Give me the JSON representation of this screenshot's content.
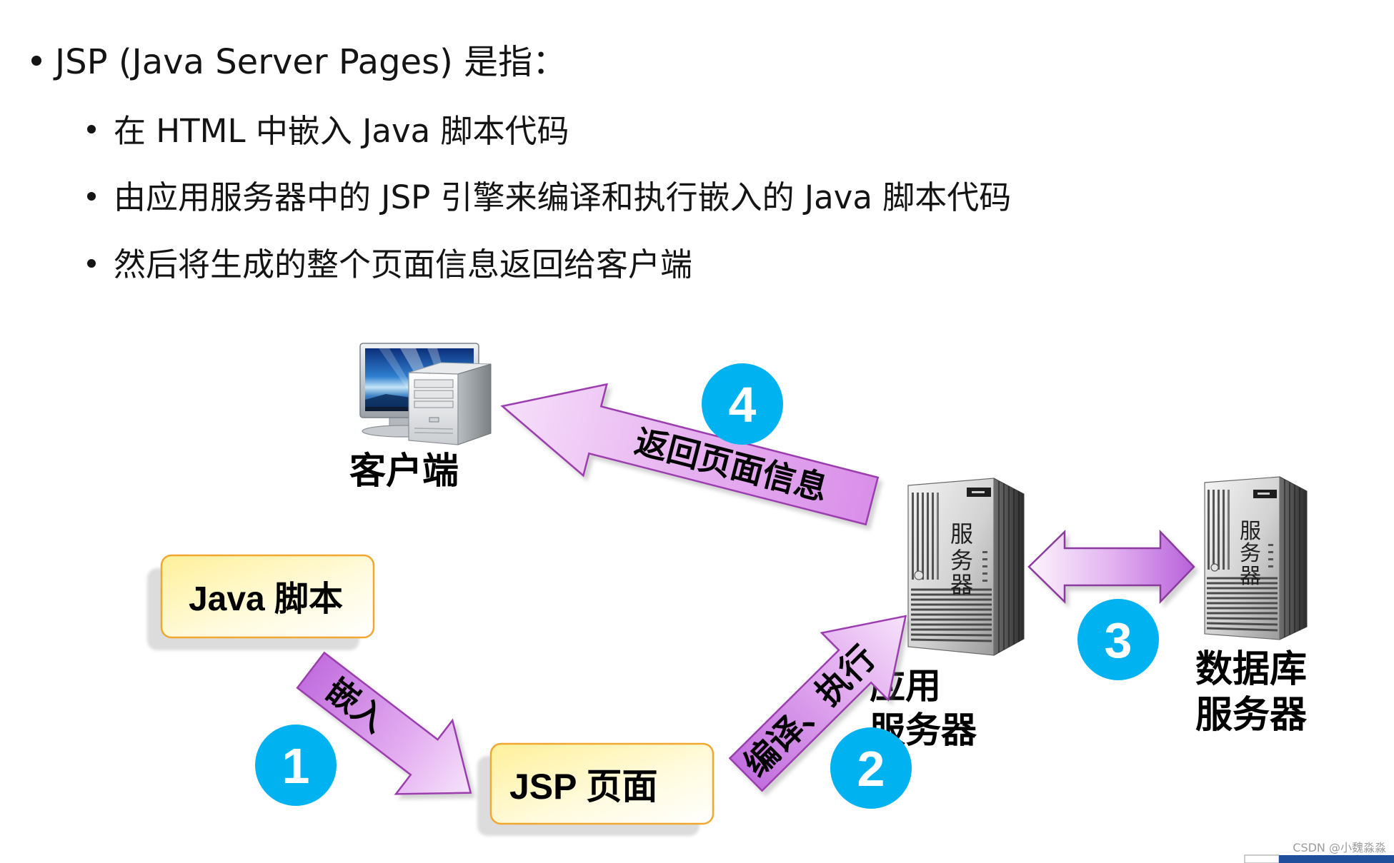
{
  "slide": {
    "title": "JSP (Java Server Pages) 是指：",
    "bullets": [
      "在 HTML 中嵌入 Java 脚本代码",
      "由应用服务器中的 JSP 引擎来编译和执行嵌入的 Java 脚本代码",
      "然后将生成的整个页面信息返回给客户端"
    ]
  },
  "diagram": {
    "client": {
      "label": "客户端",
      "icon": "client-computer-icon"
    },
    "java_box": {
      "label": "Java 脚本"
    },
    "jsp_box": {
      "label": "JSP 页面"
    },
    "app_server": {
      "label_lines": [
        "应用",
        "服务器"
      ],
      "icon": "server-icon",
      "icon_text": [
        "服",
        "务",
        "器"
      ]
    },
    "db_server": {
      "label_lines": [
        "数据库",
        "服务器"
      ],
      "icon": "server-icon",
      "icon_text": [
        "服",
        "务",
        "器"
      ]
    },
    "steps": [
      {
        "number": "1",
        "label": "嵌入"
      },
      {
        "number": "2",
        "label": "编译、执行"
      },
      {
        "number": "3"
      },
      {
        "number": "4",
        "label": "返回页面信息"
      }
    ]
  },
  "colors": {
    "step_badge": "#00B2EF",
    "arrow_fill": "#E2A6EE",
    "arrow_border": "#9B3DAE",
    "box_fill": "#FFF3A8",
    "box_border": "#F0A830",
    "text": "#000000"
  },
  "watermark": "CSDN @小魏淼淼"
}
